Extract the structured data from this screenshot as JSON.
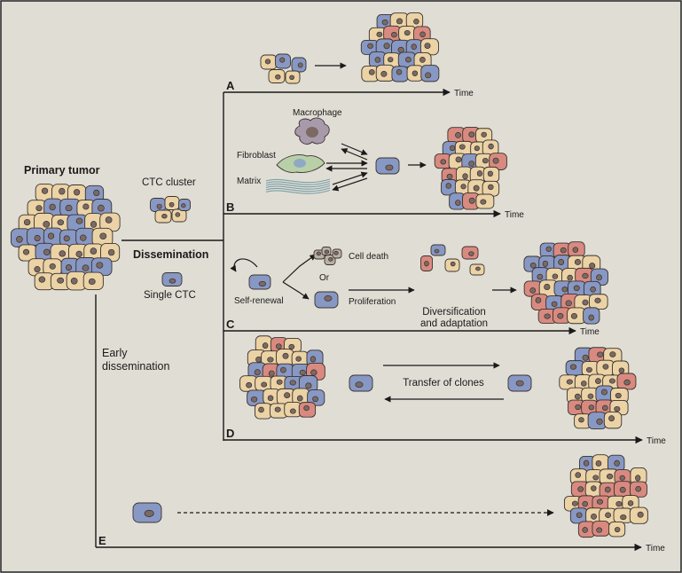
{
  "labels": {
    "primary_tumor": "Primary tumor",
    "ctc_cluster": "CTC cluster",
    "dissemination": "Dissemination",
    "single_ctc": "Single CTC",
    "early_dissemination_1": "Early",
    "early_dissemination_2": "dissemination",
    "macrophage": "Macrophage",
    "fibroblast": "Fibroblast",
    "matrix": "Matrix",
    "self_renewal": "Self-renewal",
    "cell_death": "Cell death",
    "or": "Or",
    "proliferation": "Proliferation",
    "diversification_1": "Diversification",
    "diversification_2": "and adaptation",
    "transfer_of_clones": "Transfer of clones",
    "time": "Time"
  },
  "panels": [
    "A",
    "B",
    "C",
    "D",
    "E"
  ],
  "colors": {
    "background": "#e0ddd4",
    "border": "#222222",
    "cell_tan": "#ebd3a6",
    "cell_blue": "#8898c4",
    "cell_red": "#d98a80",
    "nucleus": "#7a6a63",
    "macrophage": "#a99aab",
    "fibroblast": "#b8cfa8",
    "matrix": "#7aa0a8",
    "dead_cell": "#b9b0a6"
  }
}
